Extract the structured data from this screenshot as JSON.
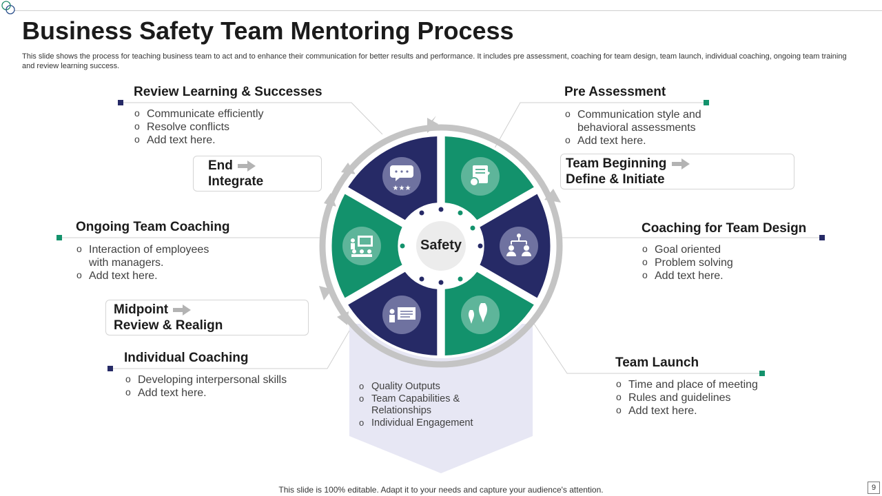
{
  "title": "Business Safety Team Mentoring Process",
  "description": "This slide shows the process for teaching business team to act and to enhance their communication for better results and performance. It includes pre assessment, coaching for team design, team launch, individual coaching, ongoing team training and review learning success.",
  "center_label": "Safety",
  "colors": {
    "navy": "#262a66",
    "green": "#13926c",
    "ring": "#c4c4c4",
    "panel": "#e7e7f4"
  },
  "sections": {
    "review": {
      "heading": "Review Learning & Successes",
      "bullets": [
        "Communicate efficiently",
        "Resolve conflicts",
        "Add text here."
      ]
    },
    "pre": {
      "heading": "Pre Assessment",
      "bullets": [
        "Communication style and behavioral assessments",
        "Add text here."
      ]
    },
    "ongoing": {
      "heading": "Ongoing Team Coaching",
      "bullets": [
        "Interaction of employees with managers.",
        "Add text here."
      ]
    },
    "design": {
      "heading": "Coaching for Team Design",
      "bullets": [
        "Goal oriented",
        "Problem solving",
        "Add text here."
      ]
    },
    "individual": {
      "heading": "Individual Coaching",
      "bullets": [
        "Developing interpersonal skills",
        "Add text here."
      ]
    },
    "launch": {
      "heading": "Team Launch",
      "bullets": [
        "Time and place of meeting",
        "Rules and guidelines",
        "Add text here."
      ]
    }
  },
  "phases": {
    "end": {
      "line1": "End",
      "line2": "Integrate"
    },
    "beginning": {
      "line1": "Team Beginning",
      "line2": "Define & Initiate"
    },
    "midpoint": {
      "line1": "Midpoint",
      "line2": "Review & Realign"
    }
  },
  "outcomes": [
    "Quality Outputs",
    "Team Capabilities & Relationships",
    "Individual Engagement"
  ],
  "icons": {
    "review": "chat-stars-icon",
    "pre": "assessment-gear-icon",
    "design": "team-hierarchy-icon",
    "launch": "rocket-launch-icon",
    "individual": "presenter-board-icon",
    "ongoing": "team-training-icon"
  },
  "footer": "This slide is 100% editable. Adapt it to your needs and capture your audience's attention.",
  "page_number": "9"
}
